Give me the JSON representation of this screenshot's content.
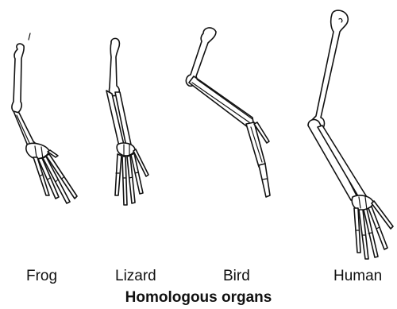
{
  "labels": {
    "frog": "Frog",
    "lizard": "Lizard",
    "bird": "Bird",
    "human": "Human"
  },
  "title": "Homologous organs"
}
